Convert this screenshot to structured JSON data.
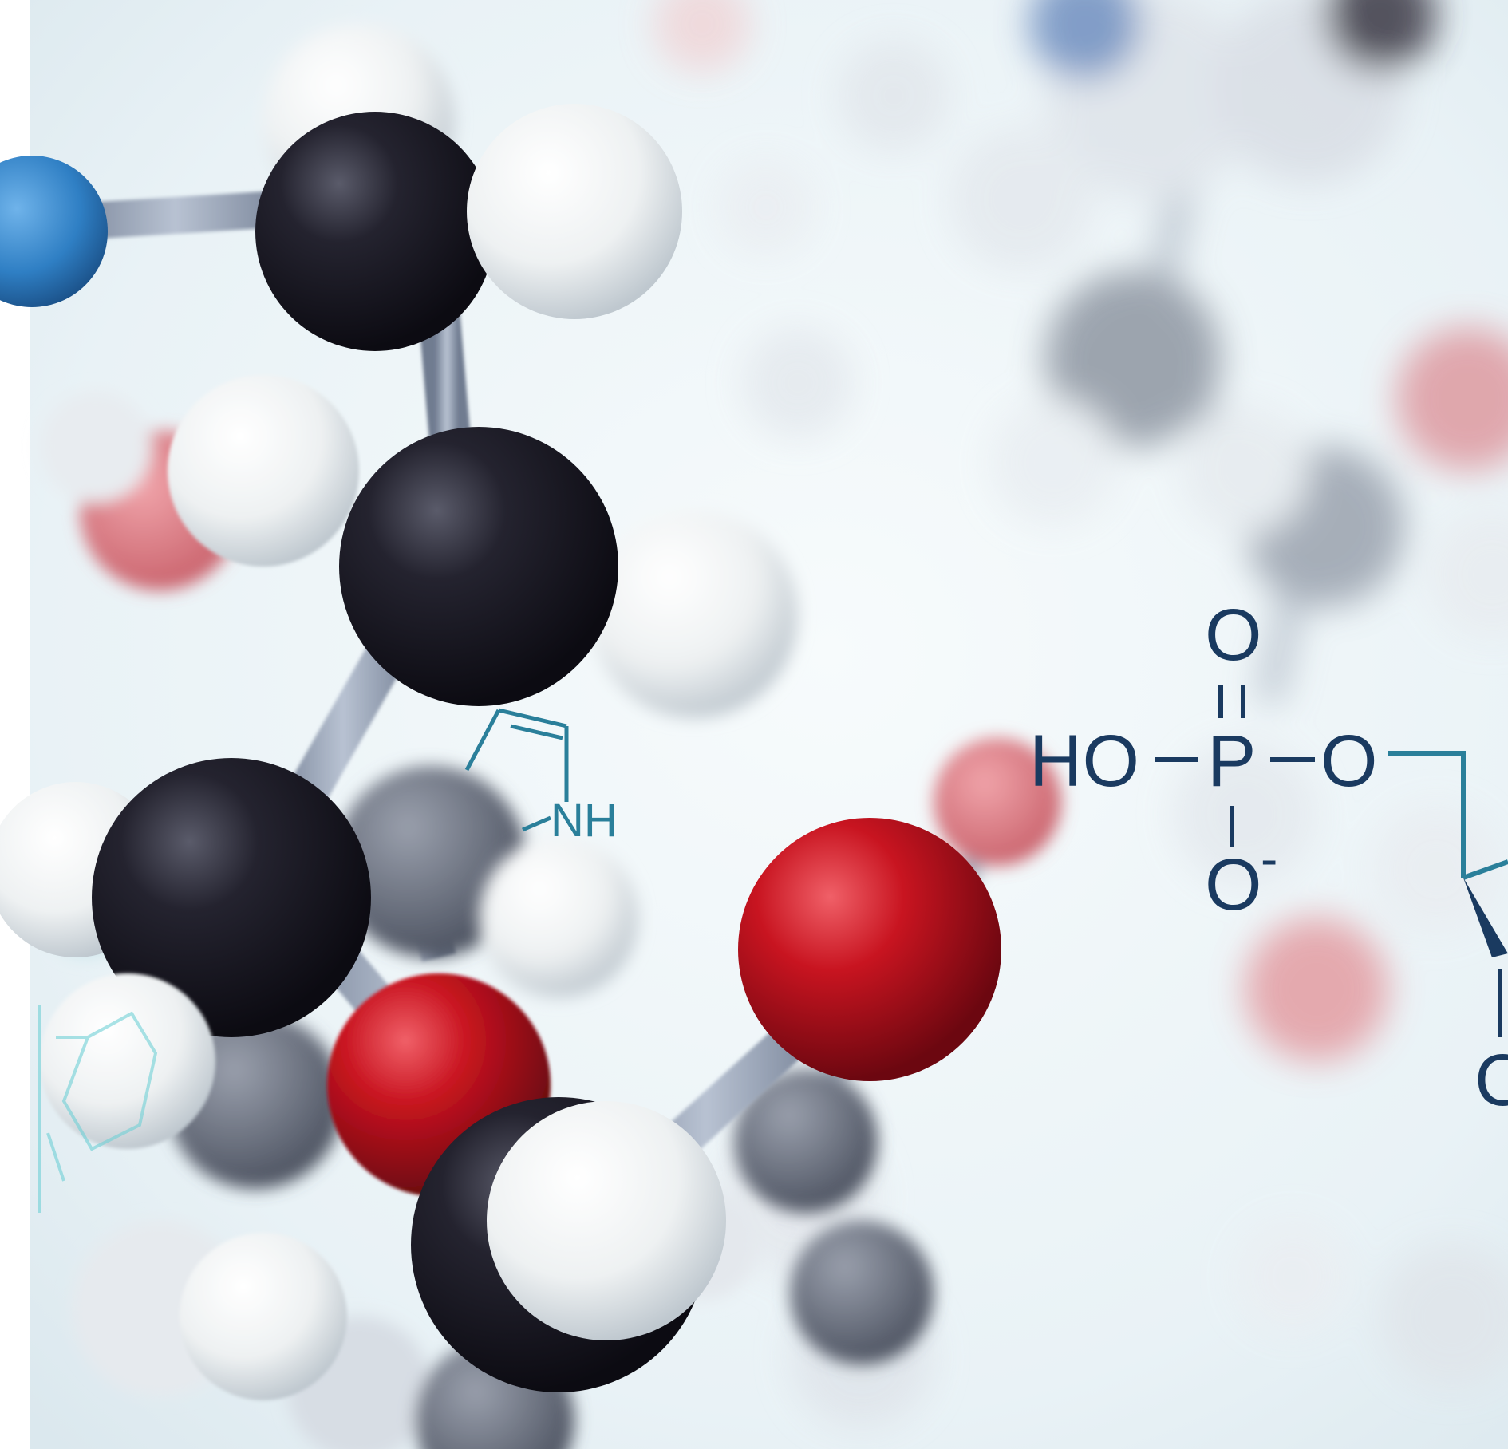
{
  "colors": {
    "background": "#eef5f8",
    "carbon": "#1c1b26",
    "hydrogen": "#f2f4f4",
    "oxygen": "#c0141e",
    "nitrogen": "#2f7fc4",
    "bond": "#8e9aae",
    "formula_ink": "#1a3a60",
    "formula_teal": "#2a7f9a"
  },
  "formula": {
    "ho": "HO",
    "p": "P",
    "o_top": "O",
    "o_right": "O",
    "o_bottom": "O",
    "minus": "-",
    "o_cut": "C"
  },
  "pyrrole": {
    "nh": "NH"
  }
}
